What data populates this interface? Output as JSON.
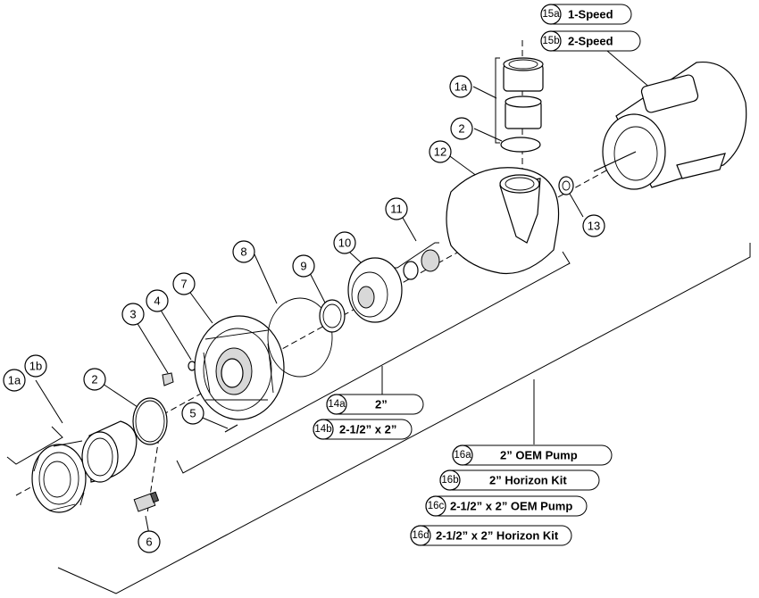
{
  "callouts": {
    "c1a_left": "1a",
    "c1b_left": "1b",
    "c2_left": "2",
    "c3": "3",
    "c4": "4",
    "c5": "5",
    "c6": "6",
    "c7": "7",
    "c8": "8",
    "c9": "9",
    "c10": "10",
    "c11": "11",
    "c12": "12",
    "c13": "13",
    "c1a_right": "1a",
    "c2_right": "2"
  },
  "motor_options": [
    {
      "code": "15a",
      "label": "1-Speed"
    },
    {
      "code": "15b",
      "label": "2-Speed"
    }
  ],
  "wet_end_options": [
    {
      "code": "14a",
      "label": "2”"
    },
    {
      "code": "14b",
      "label": "2-1/2” x 2”"
    }
  ],
  "pump_options": [
    {
      "code": "16a",
      "label": "2” OEM Pump"
    },
    {
      "code": "16b",
      "label": "2” Horizon Kit"
    },
    {
      "code": "16c",
      "label": "2-1/2” x 2” OEM Pump"
    },
    {
      "code": "16d",
      "label": "2-1/2” x 2” Horizon Kit"
    }
  ]
}
